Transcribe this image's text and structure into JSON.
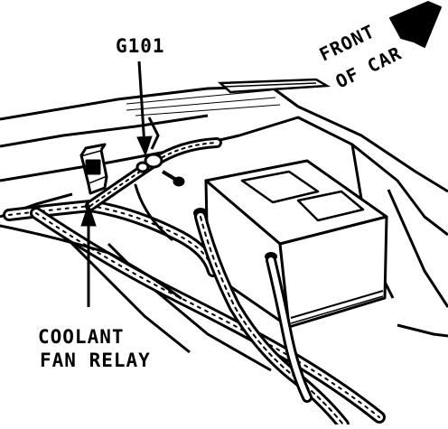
{
  "labels": {
    "ground": "G101",
    "relay_line1": "COOLANT",
    "relay_line2": "FAN RELAY",
    "front_line1": "FRONT",
    "front_line2": "OF CAR"
  },
  "colors": {
    "ink": "#000000",
    "paper": "#ffffff"
  },
  "icons": [
    "front-direction-arrow-icon"
  ]
}
